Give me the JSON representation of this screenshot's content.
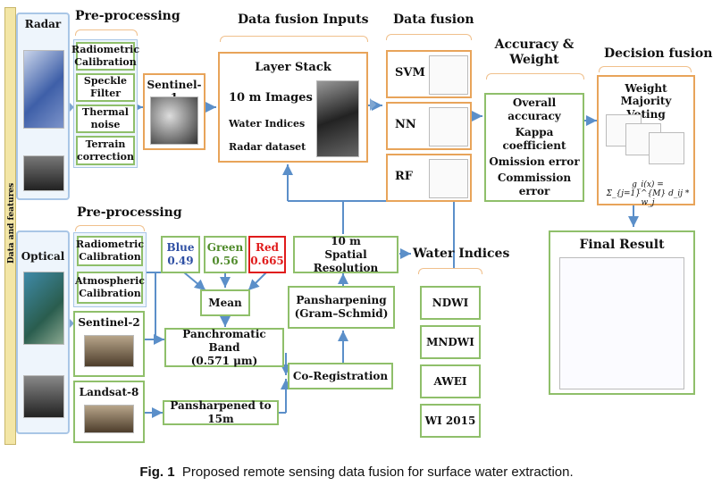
{
  "side_label": "Data and features",
  "radar_label": "Radar",
  "optical_label": "Optical",
  "radar_preprocessing": {
    "title": "Pre-processing",
    "steps": [
      "Radiometric Calibration",
      "Speckle Filter",
      "Thermal noise",
      "Terrain correction"
    ]
  },
  "sentinel1_label": "Sentinel-1",
  "optical_preprocessing": {
    "title": "Pre-processing",
    "steps": [
      "Radiometric Calibration",
      "Atmospheric Calibration"
    ]
  },
  "sentinel2_label": "Sentinel-2",
  "landsat8_label": "Landsat-8",
  "bands": {
    "blue": {
      "name": "Blue",
      "value": "0.49",
      "color": "#2e4fa3"
    },
    "green": {
      "name": "Green",
      "value": "0.56",
      "color": "#4f8a2a"
    },
    "red": {
      "name": "Red",
      "value": "0.665",
      "color": "#e01b1b"
    }
  },
  "mean_label": "Mean",
  "panchromatic_label": "Panchromatic Band",
  "panchromatic_value": "(0.571 μm)",
  "pansharpened_label": "Pansharpened to 15m",
  "coregistration_label": "Co-Registration",
  "pansharpening_label": "Pansharpening",
  "pansharpening_method": "(Gram–Schmid)",
  "spatial_res_line1": "10 m",
  "spatial_res_line2": "Spatial Resolution",
  "water_indices_title": "Water Indices",
  "water_indices": [
    "NDWI",
    "MNDWI",
    "AWEI",
    "WI 2015"
  ],
  "fusion_inputs": {
    "title": "Data fusion Inputs",
    "stack_title": "Layer Stack",
    "items": [
      "10 m Images",
      "Water Indices",
      "Radar dataset"
    ]
  },
  "data_fusion": {
    "title": "Data fusion",
    "classifiers": [
      "SVM",
      "NN",
      "RF"
    ]
  },
  "accuracy": {
    "title_line1": "Accuracy &",
    "title_line2": "Weight",
    "metrics": [
      "Overall accuracy",
      "Kappa coefficient",
      "Omission error",
      "Commission error"
    ]
  },
  "decision_fusion": {
    "title": "Decision fusion",
    "method_line1": "Weight Majority",
    "method_line2": "Voting",
    "formula": "g_i(x) = Σ_{j=1}^{M} d_ij * w_j"
  },
  "final_result_title": "Final Result",
  "caption_fig": "Fig. 1",
  "caption_text": "Proposed remote sensing data fusion for surface water extraction.",
  "colors": {
    "green_border": "#8fbf6a",
    "orange_border": "#e8a45a",
    "arrow": "#5b8fc9",
    "side_bar": "#f3e6a6"
  }
}
